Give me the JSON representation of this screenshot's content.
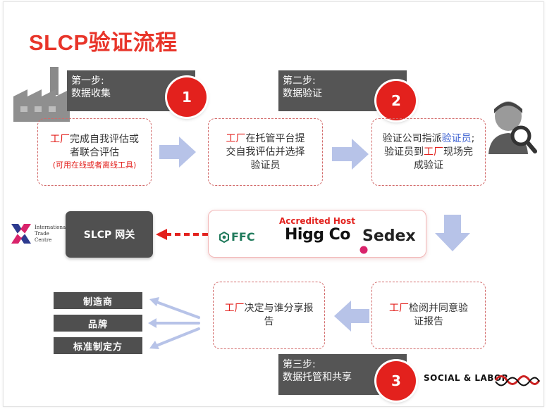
{
  "title": "SLCP验证流程",
  "steps": [
    {
      "label_line1": "第一步:",
      "label_line2": "数据收集",
      "number": "1"
    },
    {
      "label_line1": "第二步:",
      "label_line2": "数据验证",
      "number": "2"
    },
    {
      "label_line1": "第三步:",
      "label_line2": "数据托管和共享",
      "number": "3"
    }
  ],
  "boxes": {
    "box1": {
      "red_word": "工厂",
      "text_a": "完成自我评估或",
      "text_b": "者联合评估",
      "note": "(可用在线或者离线工具)"
    },
    "box2": {
      "red_word": "工厂",
      "text_a": "在托管平台提",
      "text_b": "交自我评估并选择",
      "text_c": "验证员"
    },
    "box3": {
      "text_a": "验证公司指派",
      "blue_word": "验证员",
      "punct": ";",
      "text_b": "验证员到",
      "red_word": "工厂",
      "text_c": "现场完",
      "text_d": "成验证"
    },
    "box4": {
      "red_word": "工厂",
      "text_a": "检阅并同意验",
      "text_b": "证报告"
    },
    "box5": {
      "red_word": "工厂",
      "text_a": "决定与谁分享报",
      "text_b": "告"
    }
  },
  "host": {
    "title": "Accredited Host",
    "logos": [
      "FFC",
      "Higg Co",
      "Sedex"
    ]
  },
  "gateway": "SLCP 网关",
  "itc_logo": {
    "line1": "International",
    "line2": "Trade",
    "line3": "Centre"
  },
  "recipients": [
    "制造商",
    "品牌",
    "标准制定方"
  ],
  "social_logo": "SOCIAL & LABOR",
  "colors": {
    "accent_red": "#e3211d",
    "title_red": "#e8352a",
    "arrow_blue": "#b7c3e8",
    "dark_gray": "#505050"
  }
}
